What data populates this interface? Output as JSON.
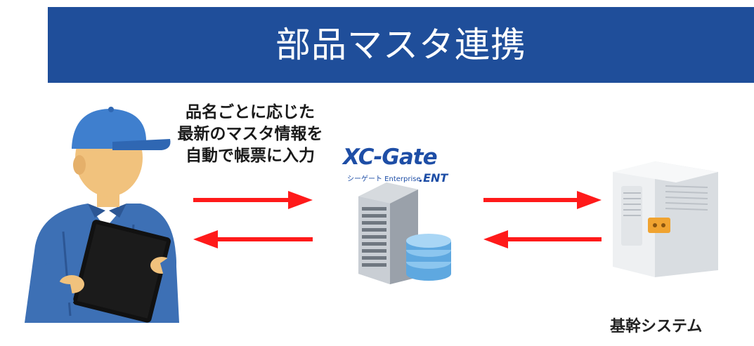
{
  "title": "部品マスタ連携",
  "caption": {
    "line1": "品名ごとに応じた",
    "line2": "最新のマスタ情報を",
    "line3": "自動で帳票に入力"
  },
  "logo": {
    "main": "XC-Gate",
    "sub": "シーゲート Enterprise",
    "ent": ".ENT"
  },
  "system_label": "基幹システム",
  "colors": {
    "banner": "#1f4e9a",
    "arrow": "#ff1a1a",
    "logo": "#1e4ea6"
  },
  "icons": [
    "worker-with-tablet-icon",
    "server-with-database-icon",
    "mainframe-server-icon"
  ]
}
